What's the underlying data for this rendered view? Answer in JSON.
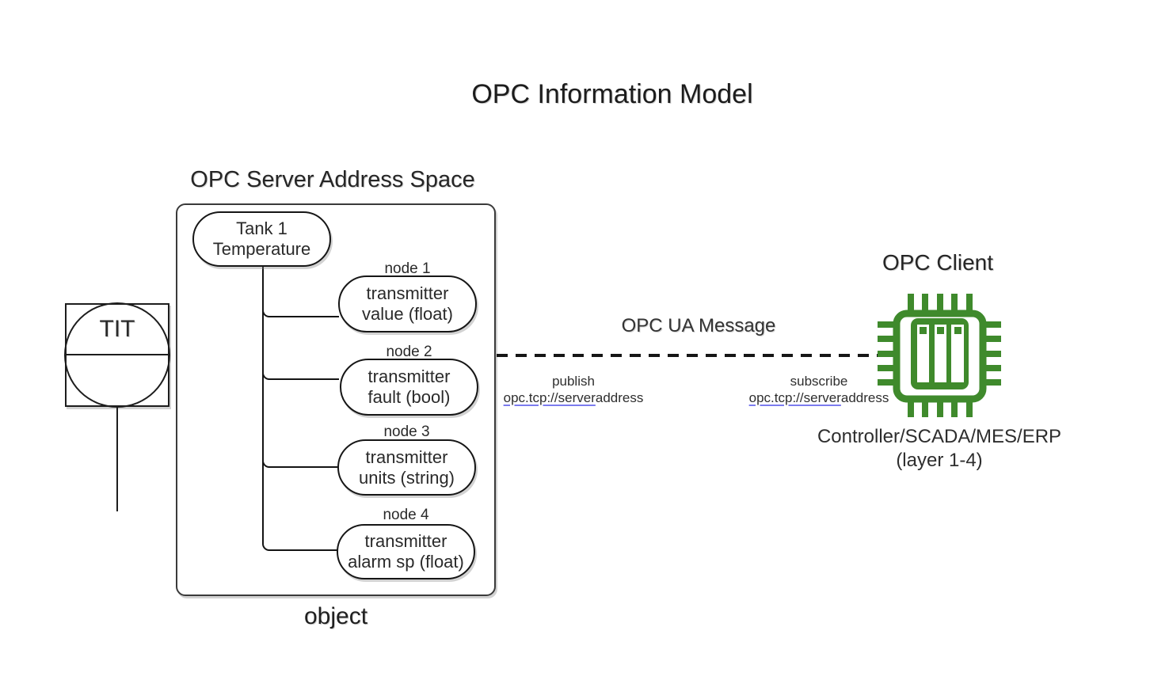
{
  "title": "OPC Information Model",
  "colors": {
    "chip_green": "#3f8a2c",
    "link_underline": "#7b7bee"
  },
  "instrument": {
    "label": "TIT"
  },
  "server": {
    "heading": "OPC Server Address Space",
    "object_label": "object",
    "tank": {
      "line1": "Tank 1",
      "line2": "Temperature"
    },
    "nodes": [
      {
        "label": "node 1",
        "line1": "transmitter",
        "line2": "value (float)"
      },
      {
        "label": "node 2",
        "line1": "transmitter",
        "line2": "fault (bool)"
      },
      {
        "label": "node 3",
        "line1": "transmitter",
        "line2": "units (string)"
      },
      {
        "label": "node 4",
        "line1": "transmitter",
        "line2": "alarm sp (float)"
      }
    ]
  },
  "message": {
    "heading": "OPC UA Message",
    "publish": {
      "label": "publish",
      "link": "opc.tcp://server",
      "rest": "address"
    },
    "subscribe": {
      "label": "subscribe",
      "link": "opc.tcp://server",
      "rest": "address"
    }
  },
  "client": {
    "heading": "OPC Client",
    "caption_line1": "Controller/SCADA/MES/ERP",
    "caption_line2": "(layer 1-4)"
  }
}
